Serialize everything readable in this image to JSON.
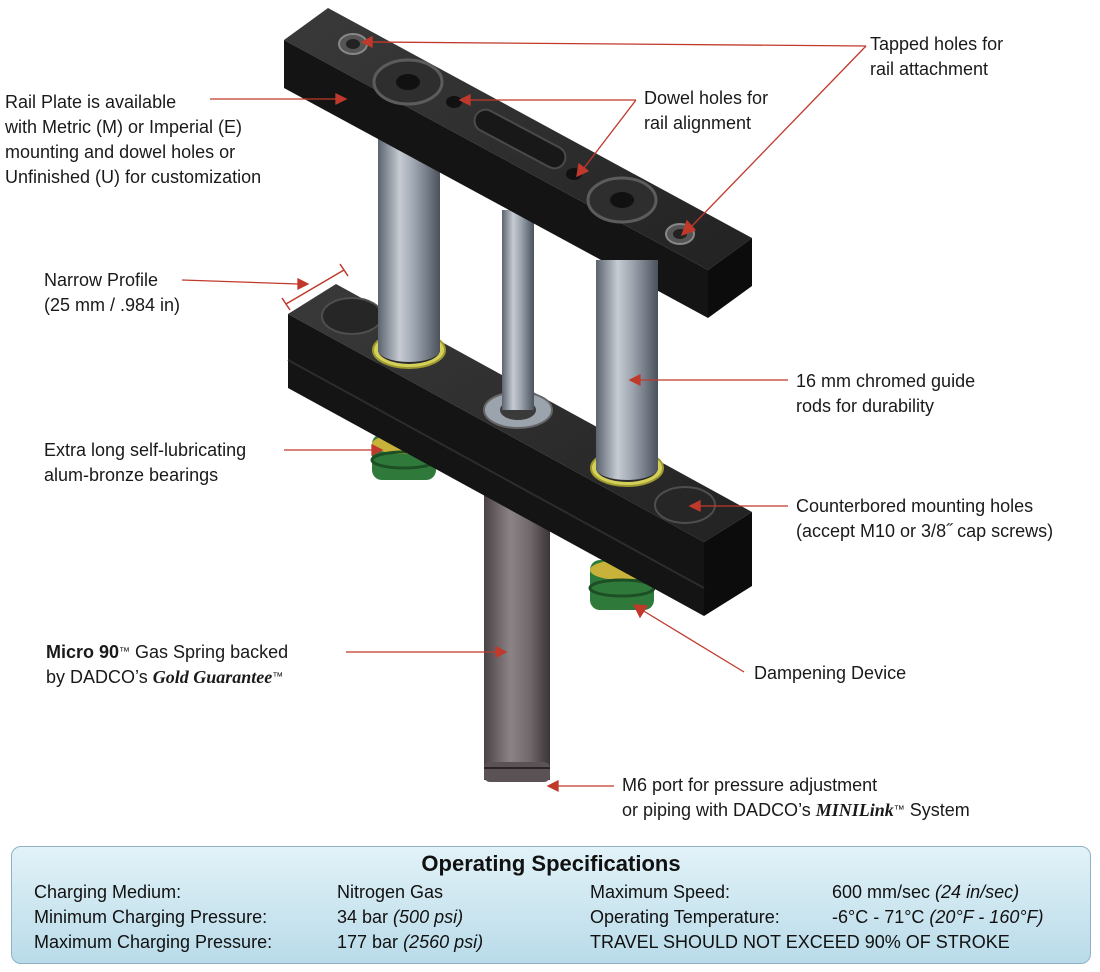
{
  "labels": {
    "rail_plate": [
      "Rail Plate is available",
      "with Metric (M) or Imperial (E)",
      "mounting and dowel holes or",
      "Unfinished (U) for customization"
    ],
    "tapped_holes": [
      "Tapped holes for",
      "rail attachment"
    ],
    "dowel_holes": [
      "Dowel holes for",
      "rail alignment"
    ],
    "narrow_profile": [
      "Narrow Profile",
      "(25 mm / .984 in)"
    ],
    "guide_rods": [
      "16 mm chromed guide",
      "rods for durability"
    ],
    "bearings": [
      "Extra long self-lubricating",
      "alum-bronze bearings"
    ],
    "counterbored": [
      "Counterbored mounting holes",
      "(accept M10 or 3/8˝ cap screws)"
    ],
    "gas_spring": {
      "name": "Micro 90",
      "tm": "™",
      "line1_rest": " Gas Spring backed",
      "line2_prefix": "by DADCO’s ",
      "guarantee": "Gold Guarantee",
      "tm2": "™"
    },
    "dampening": "Dampening Device",
    "m6_port": {
      "line1": "M6 port for pressure adjustment",
      "line2_prefix": "or piping with DADCO’s ",
      "minilink": "MINILink",
      "tm": "™",
      "line2_suffix": " System"
    }
  },
  "specs": {
    "title": "Operating Specifications",
    "rows_left": [
      {
        "label": "Charging Medium:",
        "value": "Nitrogen Gas",
        "note": ""
      },
      {
        "label": "Minimum Charging Pressure:",
        "value": "34 bar ",
        "note": "(500 psi)"
      },
      {
        "label": "Maximum Charging Pressure:",
        "value": "177 bar ",
        "note": "(2560 psi)"
      }
    ],
    "rows_right": [
      {
        "label": "Maximum Speed:",
        "value": "600 mm/sec ",
        "note": "(24 in/sec)"
      },
      {
        "label": "Operating Temperature:",
        "value": "-6°C - 71°C ",
        "note": "(20°F - 160°F)"
      }
    ],
    "warning": "TRAVEL SHOULD NOT EXCEED 90% OF STROKE"
  },
  "colors": {
    "leader": "#c0392b",
    "block": "#1c1c1c",
    "rod": "#8d96a3",
    "spec_bg": "#cfe7f1"
  }
}
